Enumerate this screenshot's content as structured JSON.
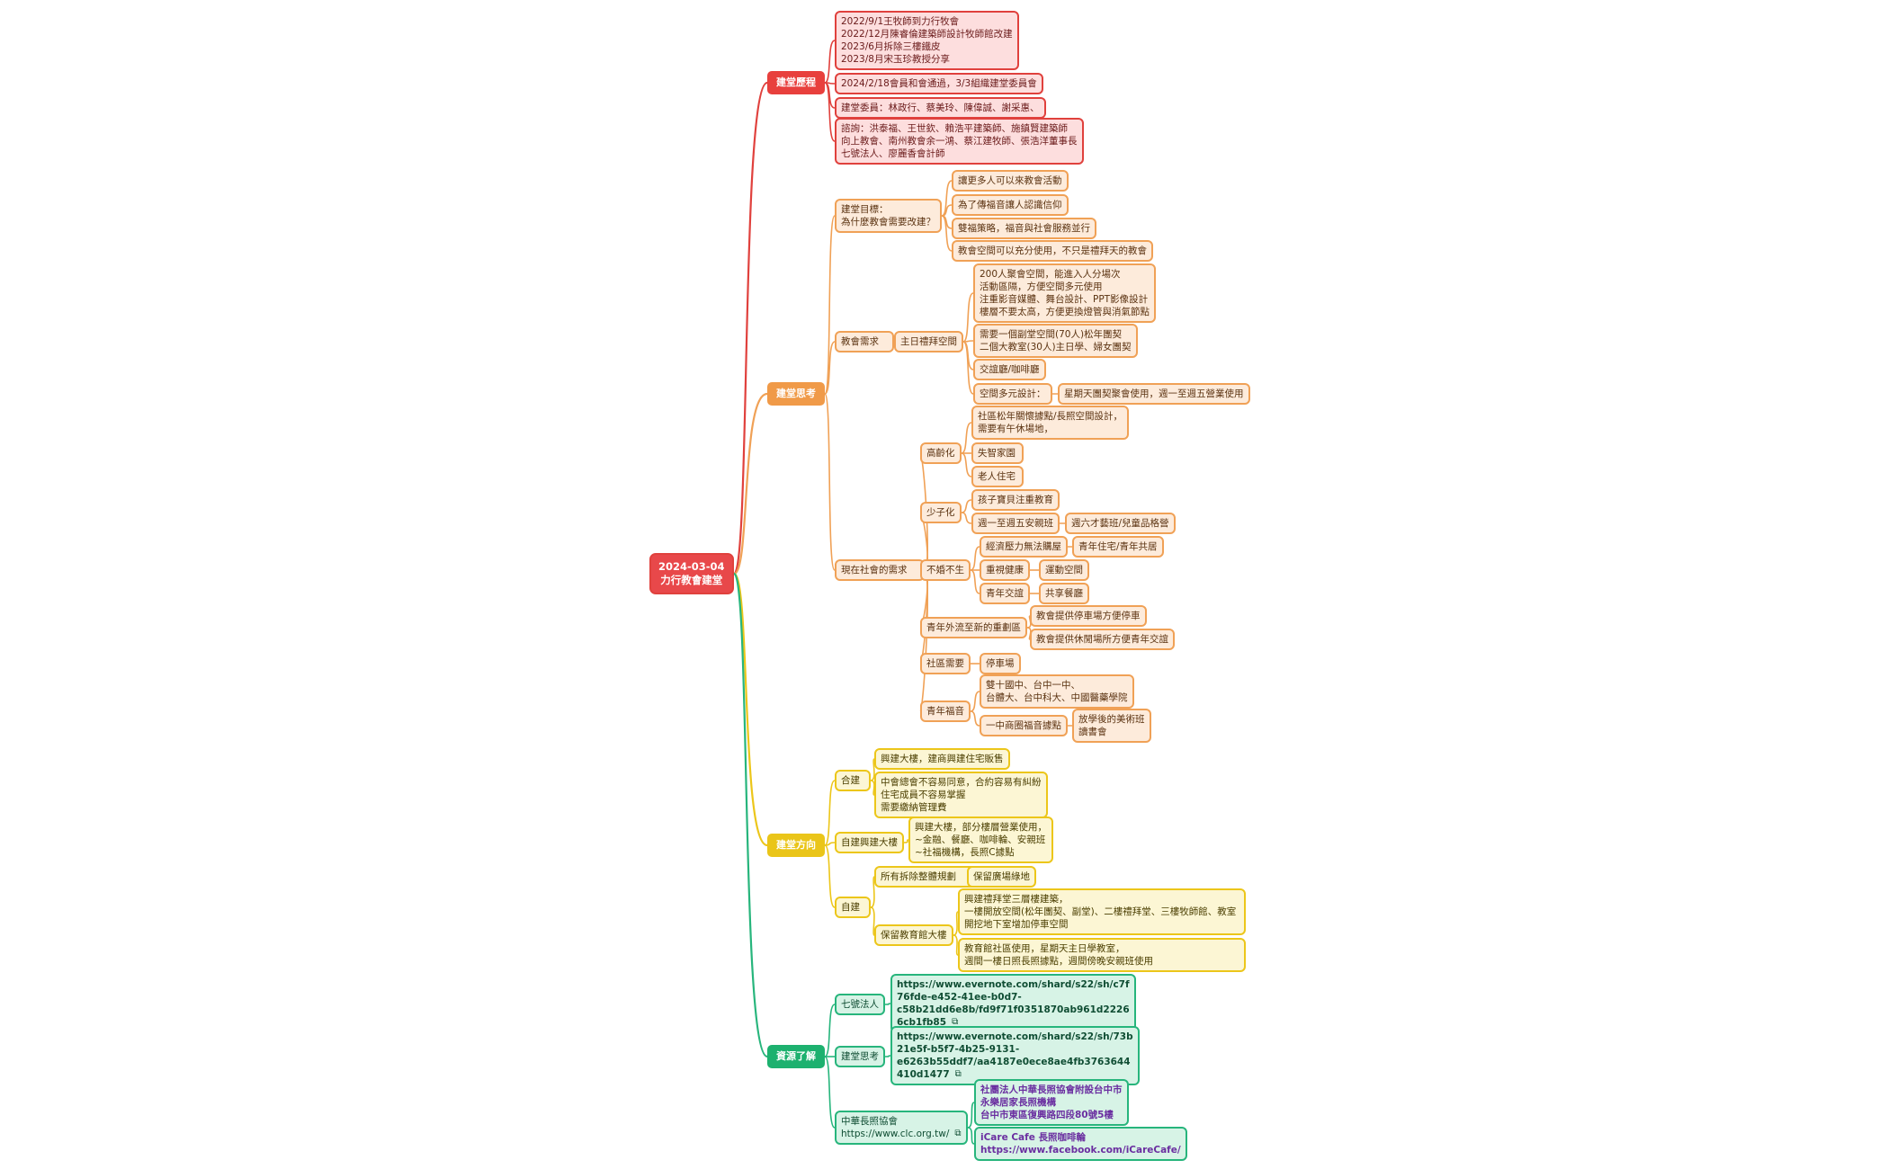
{
  "root": "2024-03-04\n力行教會建堂",
  "colors": {
    "red": {
      "stroke": "#e0413d",
      "fill": "#fddede",
      "branch": "#e8403d",
      "text": "#6a1a1a"
    },
    "orange": {
      "stroke": "#f0a156",
      "fill": "#fdebdb",
      "branch": "#f09a48",
      "text": "#5a3210"
    },
    "yellow": {
      "stroke": "#ecc61a",
      "fill": "#fcf6d4",
      "branch": "#eac519",
      "text": "#4a3e00"
    },
    "green": {
      "stroke": "#27b57c",
      "fill": "#d7f3e6",
      "branch": "#1db16f",
      "text": "#0f4d33"
    },
    "purple_text": "#6a2ea0",
    "root_fill": "#e8484a"
  },
  "nodes": {
    "history": "建堂歷程",
    "history_1": "2022/9/1王牧師到力行牧會\n2022/12月陳睿倫建築師設計牧師館改建\n2023/6月拆除三樓鐵皮\n2023/8月宋玉珍教授分享",
    "history_2": "2024/2/18會員和會通過，3/3組織建堂委員會",
    "history_3": "建堂委員：林政行、蔡美玲、陳偉誠、謝采惠、",
    "history_4": "諮詢：洪泰福、王世欽、賴浩平建築師、施鎮賢建築師\n向上教會、南州教會余一鴻、蔡江建牧師、張浩洋董事長\n七號法人、廖麗香會計師",
    "thinking": "建堂思考",
    "goal": "建堂目標：\n為什麼教會需要改建？",
    "goal_1": "讓更多人可以來教會活動",
    "goal_2": "為了傳福音讓人認識信仰",
    "goal_3": "雙福策略，福音與社會服務並行",
    "goal_4": "教會空間可以充分使用，不只是禮拜天的教會",
    "needs": "教會需求",
    "worship": "主日禮拜空間",
    "worship_1": "200人聚會空間，能進入人分場次\n活動區隔，方便空間多元使用\n注重影音媒體、舞台設計、PPT影像設計\n樓層不要太高，方便更換燈管與消氣節點",
    "worship_2": "需要一個副堂空間(70人)松年團契\n二個大教室(30人)主日學、婦女團契",
    "worship_3": "交誼廳/咖啡廳",
    "worship_4": "空間多元設計：",
    "worship_4a": "星期天團契聚會使用，週一至週五營業使用",
    "society": "現在社會的需求",
    "aging": "高齡化",
    "aging_1": "社區松年關懷據點/長照空間設計，\n需要有午休場地，",
    "aging_2": "失智家園",
    "aging_3": "老人住宅",
    "lowbirth": "少子化",
    "lowbirth_1": "孩子寶貝注重教育",
    "lowbirth_2": "週一至週五安親班",
    "lowbirth_2a": "週六才藝班/兒童品格營",
    "nomarry": "不婚不生",
    "nomarry_1": "經濟壓力無法購屋",
    "nomarry_1a": "青年住宅/青年共居",
    "nomarry_2": "重視健康",
    "nomarry_2a": "運動空間",
    "nomarry_3": "青年交誼",
    "nomarry_3a": "共享餐廳",
    "youth_out": "青年外流至新的重劃區",
    "youth_out_1": "教會提供停車場方便停車",
    "youth_out_2": "教會提供休閒場所方便青年交誼",
    "community": "社區需要",
    "community_1": "停車場",
    "youth_mission": "青年福音",
    "youth_mission_1": "雙十國中、台中一中、\n台體大、台中科大、中國醫藥學院",
    "youth_mission_2": "一中商圈福音據點",
    "youth_mission_2a": "放學後的美術班\n讀書會",
    "direction": "建堂方向",
    "joint": "合建",
    "joint_1": "興建大樓，建商興建住宅販售",
    "joint_2": "中會總會不容易同意，合約容易有糾紛\n住宅成員不容易掌握\n需要繳納管理費",
    "selfbuild": "自建興建大樓",
    "selfbuild_1": "興建大樓，部分樓層營業使用，\n~金融、餐廳、咖啡輪、安親班\n~社福機構，長照C據點",
    "own": "自建",
    "own_1": "所有拆除整體規劃",
    "own_1a": "保留廣場綠地",
    "own_2": "保留教育館大樓",
    "own_2a": "興建禮拜堂三層樓建築，\n一樓開放空間(松年團契、副堂)、二樓禮拜堂、三樓牧師館、教室\n開挖地下室增加停車空間",
    "own_2b": "教育館社區使用，星期天主日學教室，\n週間一樓日照長照據點，週間傍晚安親班使用",
    "resources": "資源了解",
    "res_7": "七號法人",
    "res_7_link": "https://www.evernote.com/shard/s22/sh/c7f\n76fde-e452-41ee-b0d7-\nc58b21dd6e8b/fd9f71f0351870ab961d2226\n6cb1fb85",
    "res_think": "建堂思考",
    "res_think_link": "https://www.evernote.com/shard/s22/sh/73b\n21e5f-b5f7-4b25-9131-\ne6263b55ddf7/aa4187e0ece8ae4fb3763644\n410d1477",
    "res_care": "中華長照協會\nhttps://www.clc.org.tw/",
    "res_care_1": "社團法人中華長照協會附設台中市\n永樂居家長照機構\n台中市東區復興路四段80號5樓",
    "res_care_2": "iCare Cafe 長照咖啡輪\nhttps://www.facebook.com/iCareCafe/"
  },
  "icons": {
    "external_link": "external-link-icon"
  }
}
